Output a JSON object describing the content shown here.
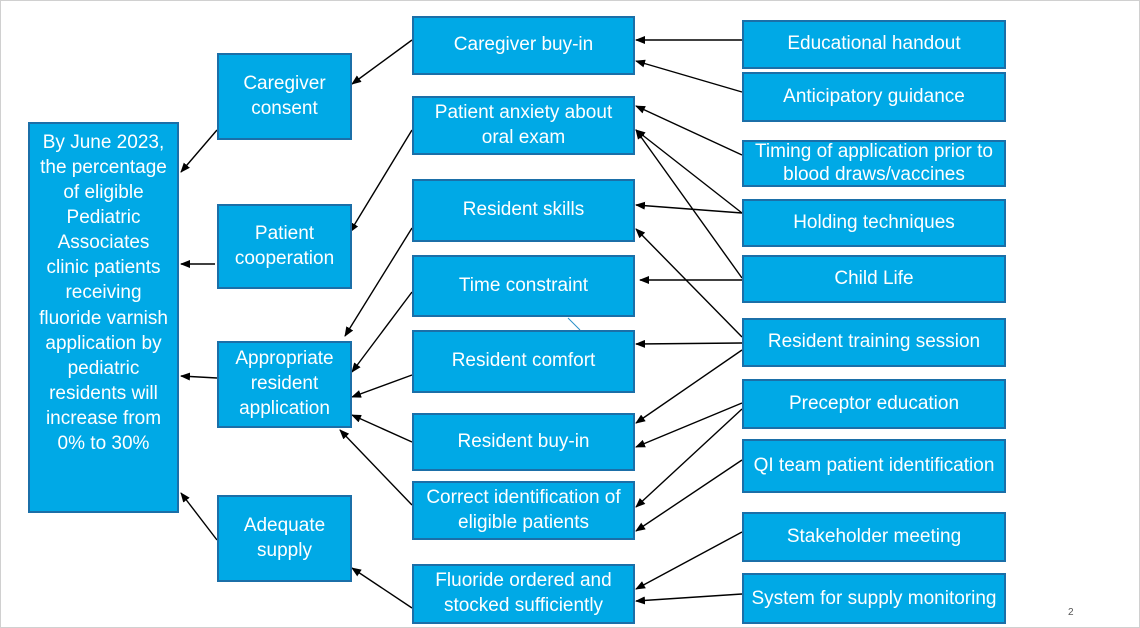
{
  "aim": "By June 2023, the percentage of eligible Pediatric Associates clinic patients receiving fluoride varnish application by pediatric residents will increase from 0% to 30%",
  "primary_drivers": [
    "Caregiver consent",
    "Patient cooperation",
    "Appropriate resident application",
    "Adequate supply"
  ],
  "secondary_drivers": [
    "Caregiver buy-in",
    "Patient anxiety about oral exam",
    "Resident skills",
    "Time constraint",
    "Resident comfort",
    "Resident buy-in",
    "Correct identification of eligible patients",
    "Fluoride ordered and stocked sufficiently"
  ],
  "change_ideas": [
    "Educational handout",
    "Anticipatory guidance",
    "Timing of application prior to blood draws/vaccines",
    "Holding techniques",
    "Child Life",
    "Resident training session",
    "Preceptor education",
    "QI team patient identification",
    "Stakeholder meeting",
    "System for supply monitoring"
  ],
  "page_number": "2",
  "colors": {
    "box_fill": "#00a9e6",
    "box_border": "#1b6fa8",
    "arrow": "#000000",
    "text": "#ffffff"
  }
}
